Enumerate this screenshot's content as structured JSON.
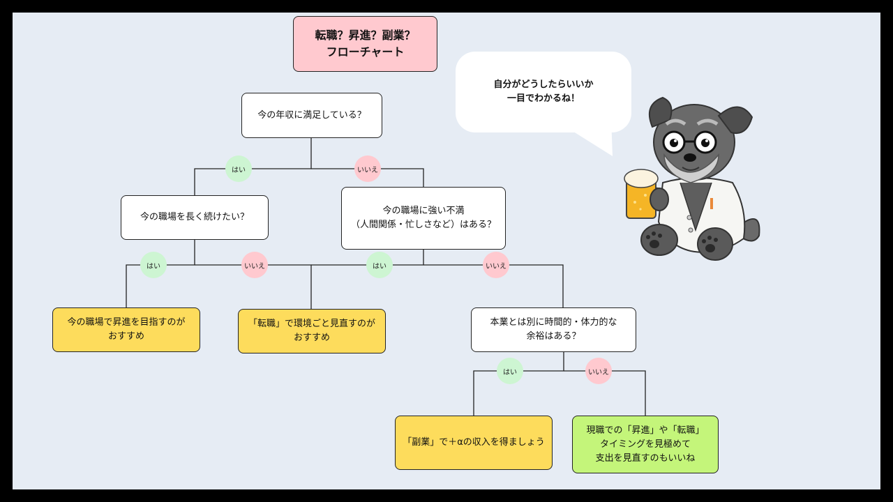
{
  "title": "転職？昇進？副業？\nフローチャート",
  "speech": "自分がどうしたらいいか\n一目でわかるね！",
  "labels": {
    "yes": "はい",
    "no": "いいえ"
  },
  "q1": "今の年収に満足している？",
  "q2": "今の職場を長く続けたい？",
  "q3": "今の職場に強い不満\n（人間関係・忙しさなど）はある？",
  "q4": "本業とは別に時間的・体力的な\n余裕はある？",
  "r1": "今の職場で昇進を目指すのが\nおすすめ",
  "r2": "「転職」で環境ごと見直すのが\nおすすめ",
  "r3": "「副業」で＋αの収入を得ましょう",
  "r4": "現職での「昇進」や「転職」\nタイミングを見極めて\n支出を見直すのもいいね",
  "colors": {
    "background": "#e6ecf4",
    "title_box": "#ffc9cf",
    "question_box": "#ffffff",
    "result_yellow": "#fddc5c",
    "result_green": "#c4f57a",
    "yes_badge": "#cdf5d2",
    "no_badge": "#ffc9cf"
  }
}
